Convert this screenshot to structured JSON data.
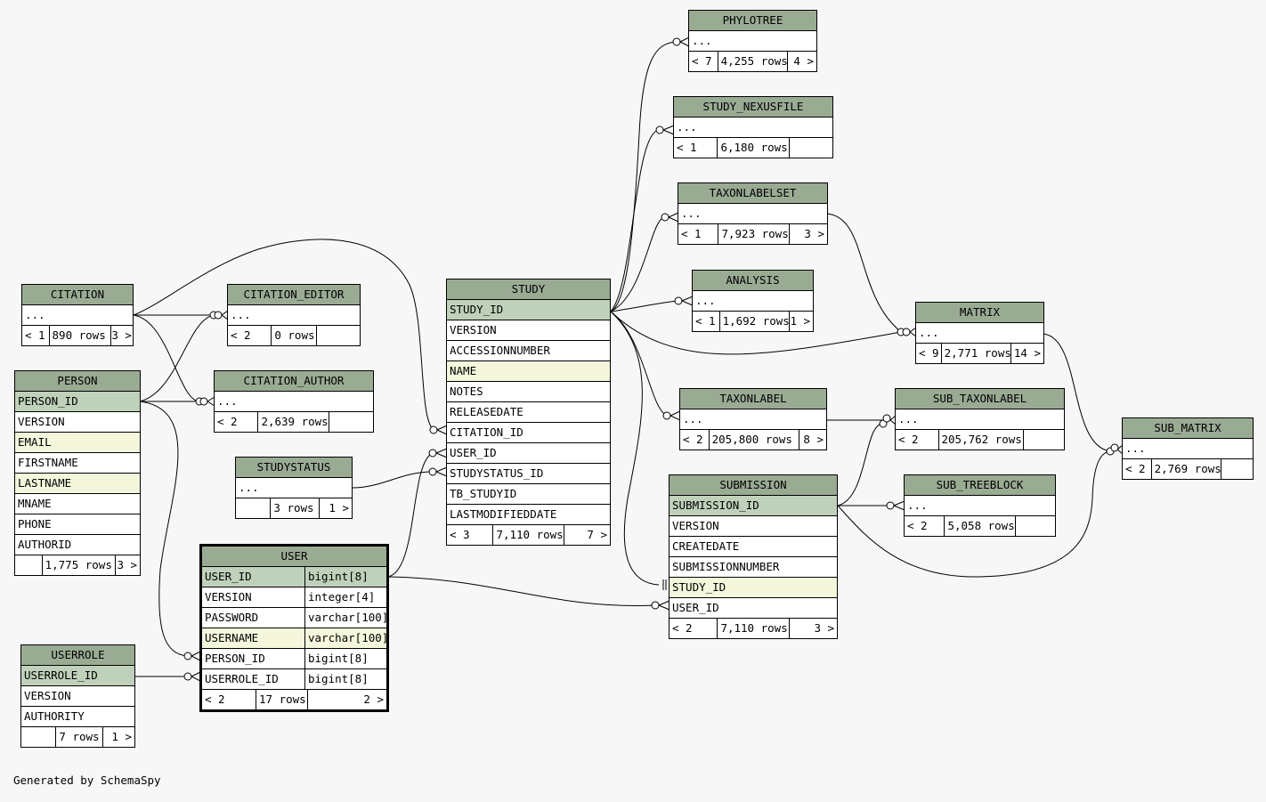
{
  "tables": [
    {
      "id": "phylotree",
      "name": "PHYLOTREE",
      "rows": [
        {
          "label": "..."
        }
      ],
      "foot": [
        "< 7",
        "4,255 rows",
        "4 >"
      ]
    },
    {
      "id": "study_nexusfile",
      "name": "STUDY_NEXUSFILE",
      "rows": [
        {
          "label": "..."
        }
      ],
      "foot": [
        "< 1",
        "6,180 rows",
        ""
      ]
    },
    {
      "id": "taxonlabelset",
      "name": "TAXONLABELSET",
      "rows": [
        {
          "label": "..."
        }
      ],
      "foot": [
        "< 1",
        "7,923 rows",
        "3 >"
      ]
    },
    {
      "id": "analysis",
      "name": "ANALYSIS",
      "rows": [
        {
          "label": "..."
        }
      ],
      "foot": [
        "< 1",
        "1,692 rows",
        "1 >"
      ]
    },
    {
      "id": "matrix",
      "name": "MATRIX",
      "rows": [
        {
          "label": "..."
        }
      ],
      "foot": [
        "< 9",
        "2,771 rows",
        "14 >"
      ]
    },
    {
      "id": "citation",
      "name": "CITATION",
      "rows": [
        {
          "label": "..."
        }
      ],
      "foot": [
        "< 1",
        "890 rows",
        "3 >"
      ]
    },
    {
      "id": "citation_editor",
      "name": "CITATION_EDITOR",
      "rows": [
        {
          "label": "..."
        }
      ],
      "foot": [
        "< 2",
        "0 rows",
        ""
      ]
    },
    {
      "id": "citation_author",
      "name": "CITATION_AUTHOR",
      "rows": [
        {
          "label": "..."
        }
      ],
      "foot": [
        "< 2",
        "2,639 rows",
        ""
      ]
    },
    {
      "id": "person",
      "name": "PERSON",
      "rows": [
        {
          "label": "PERSON_ID",
          "kind": "pk"
        },
        {
          "label": "VERSION"
        },
        {
          "label": "EMAIL",
          "kind": "idx"
        },
        {
          "label": "FIRSTNAME"
        },
        {
          "label": "LASTNAME",
          "kind": "idx"
        },
        {
          "label": "MNAME"
        },
        {
          "label": "PHONE"
        },
        {
          "label": "AUTHORID"
        }
      ],
      "foot": [
        "",
        "1,775 rows",
        "3 >"
      ]
    },
    {
      "id": "study",
      "name": "STUDY",
      "rows": [
        {
          "label": "STUDY_ID",
          "kind": "pk"
        },
        {
          "label": "VERSION"
        },
        {
          "label": "ACCESSIONNUMBER"
        },
        {
          "label": "NAME",
          "kind": "idx"
        },
        {
          "label": "NOTES"
        },
        {
          "label": "RELEASEDATE"
        },
        {
          "label": "CITATION_ID"
        },
        {
          "label": "USER_ID"
        },
        {
          "label": "STUDYSTATUS_ID"
        },
        {
          "label": "TB_STUDYID"
        },
        {
          "label": "LASTMODIFIEDDATE"
        }
      ],
      "foot": [
        "< 3",
        "7,110 rows",
        "7 >"
      ]
    },
    {
      "id": "taxonlabel",
      "name": "TAXONLABEL",
      "rows": [
        {
          "label": "..."
        }
      ],
      "foot": [
        "< 2",
        "205,800 rows",
        "8 >"
      ]
    },
    {
      "id": "sub_taxonlabel",
      "name": "SUB_TAXONLABEL",
      "rows": [
        {
          "label": "..."
        }
      ],
      "foot": [
        "< 2",
        "205,762 rows",
        ""
      ]
    },
    {
      "id": "sub_matrix",
      "name": "SUB_MATRIX",
      "rows": [
        {
          "label": "..."
        }
      ],
      "foot": [
        "< 2",
        "2,769 rows",
        ""
      ]
    },
    {
      "id": "studystatus",
      "name": "STUDYSTATUS",
      "rows": [
        {
          "label": "..."
        }
      ],
      "foot": [
        "",
        "3 rows",
        "1 >"
      ]
    },
    {
      "id": "submission",
      "name": "SUBMISSION",
      "rows": [
        {
          "label": "SUBMISSION_ID",
          "kind": "pk"
        },
        {
          "label": "VERSION"
        },
        {
          "label": "CREATEDATE"
        },
        {
          "label": "SUBMISSIONNUMBER"
        },
        {
          "label": "STUDY_ID",
          "kind": "idx"
        },
        {
          "label": "USER_ID"
        }
      ],
      "foot": [
        "< 2",
        "7,110 rows",
        "3 >"
      ]
    },
    {
      "id": "sub_treeblock",
      "name": "SUB_TREEBLOCK",
      "rows": [
        {
          "label": "..."
        }
      ],
      "foot": [
        "< 2",
        "5,058 rows",
        ""
      ]
    },
    {
      "id": "user",
      "name": "USER",
      "rows": [
        {
          "label": "USER_ID",
          "type": "bigint[8]",
          "kind": "pk"
        },
        {
          "label": "VERSION",
          "type": "integer[4]"
        },
        {
          "label": "PASSWORD",
          "type": "varchar[100]"
        },
        {
          "label": "USERNAME",
          "type": "varchar[100]",
          "kind": "idx"
        },
        {
          "label": "PERSON_ID",
          "type": "bigint[8]"
        },
        {
          "label": "USERROLE_ID",
          "type": "bigint[8]"
        }
      ],
      "foot": [
        "< 2",
        "17 rows",
        "2 >"
      ]
    },
    {
      "id": "userrole",
      "name": "USERROLE",
      "rows": [
        {
          "label": "USERROLE_ID",
          "kind": "pk"
        },
        {
          "label": "VERSION"
        },
        {
          "label": "AUTHORITY"
        }
      ],
      "foot": [
        "",
        "7 rows",
        "1 >"
      ]
    }
  ],
  "footer": "Generated by SchemaSpy"
}
